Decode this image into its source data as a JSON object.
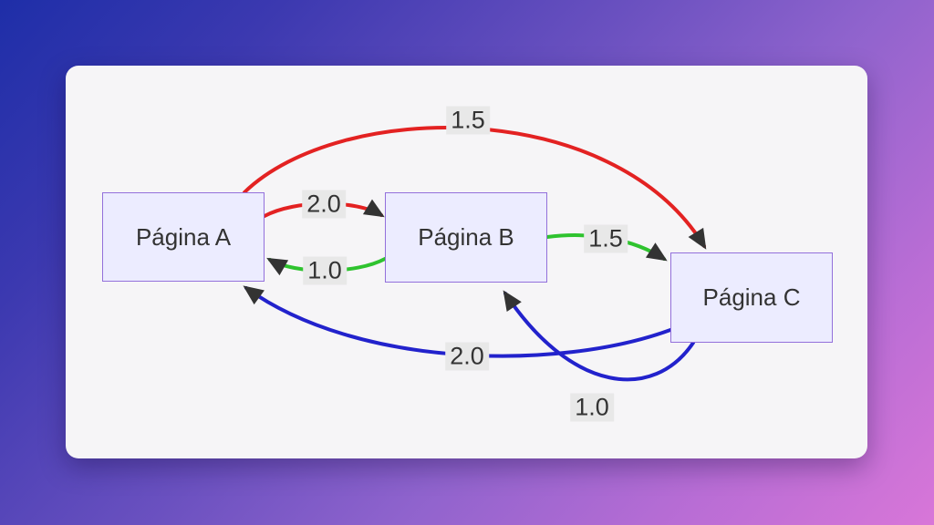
{
  "diagram": {
    "type": "directed-graph",
    "nodes": [
      {
        "id": "A",
        "label": "Página A"
      },
      {
        "id": "B",
        "label": "Página B"
      },
      {
        "id": "C",
        "label": "Página C"
      }
    ],
    "edges": [
      {
        "from": "A",
        "to": "C",
        "label": "1.5",
        "color": "red"
      },
      {
        "from": "A",
        "to": "B",
        "label": "2.0",
        "color": "red"
      },
      {
        "from": "B",
        "to": "A",
        "label": "1.0",
        "color": "green"
      },
      {
        "from": "B",
        "to": "C",
        "label": "1.5",
        "color": "green"
      },
      {
        "from": "C",
        "to": "A",
        "label": "2.0",
        "color": "blue"
      },
      {
        "from": "C",
        "to": "B",
        "label": "1.0",
        "color": "blue"
      }
    ]
  },
  "colors": {
    "red": "#e32222",
    "green": "#2fc32f",
    "blue": "#2222cc",
    "arrow": "#333333",
    "node_fill": "#ECECFF",
    "node_border": "#9370DB",
    "label_bg": "#e8e8e8",
    "text": "#333333",
    "card_bg": "#f6f5f7",
    "bg_top_left": "#1e2ea8",
    "bg_bottom_right": "#d876d8"
  }
}
